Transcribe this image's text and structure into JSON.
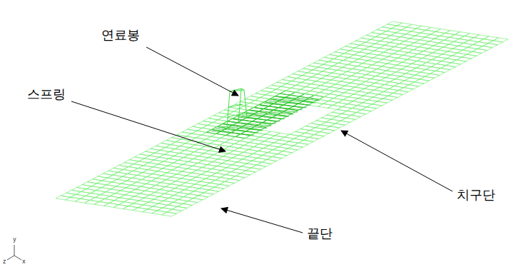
{
  "diagram": {
    "labels": [
      "연료봉",
      "스프링",
      "치구단",
      "끝단",
      "y",
      "z",
      "x"
    ]
  }
}
